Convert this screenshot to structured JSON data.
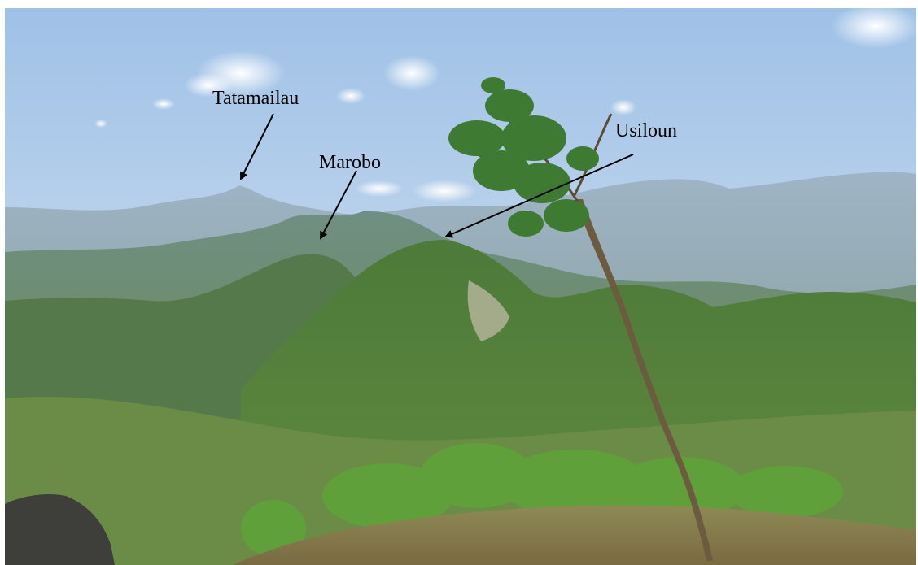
{
  "labels": {
    "tatamailau": "Tatamailau",
    "marobo": "Marobo",
    "usiloun": "Usiloun"
  },
  "colors": {
    "sky_top": "#a9c8ea",
    "sky_bottom": "#dbe7f2",
    "arrow": "#000000",
    "label_text": "#000000"
  }
}
